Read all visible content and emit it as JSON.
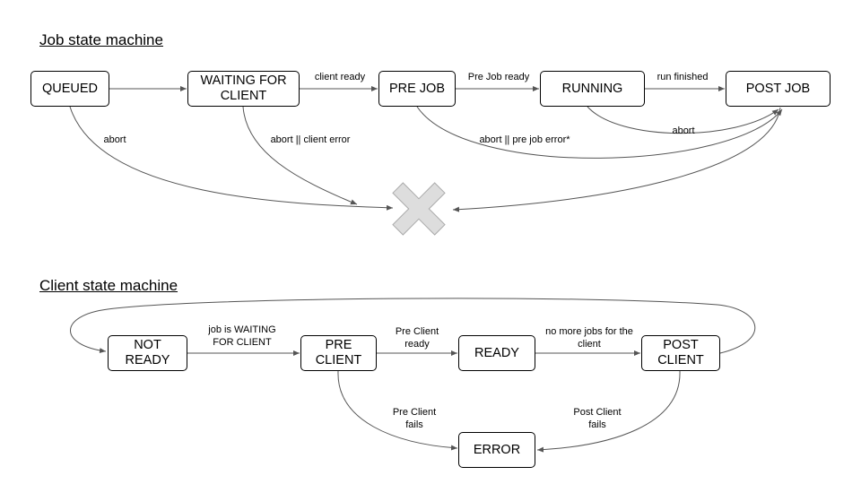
{
  "job": {
    "title": "Job state machine",
    "nodes": {
      "queued": "QUEUED",
      "waiting": "WAITING FOR\nCLIENT",
      "prejob": "PRE JOB",
      "running": "RUNNING",
      "postjob": "POST JOB"
    },
    "edges": {
      "client_ready": "client ready",
      "pre_job_ready": "Pre Job ready",
      "run_finished": "run finished",
      "abort_queued": "abort",
      "abort_waiting": "abort || client error",
      "abort_prejob": "abort || pre job error*",
      "abort_running": "abort"
    },
    "end_state": "x-icon"
  },
  "client": {
    "title": "Client state machine",
    "nodes": {
      "not_ready": "NOT\nREADY",
      "pre_client": "PRE\nCLIENT",
      "ready": "READY",
      "post_client": "POST\nCLIENT",
      "error": "ERROR"
    },
    "edges": {
      "job_waiting": "job is WAITING\nFOR CLIENT",
      "pre_client_ready": "Pre Client\nready",
      "no_more_jobs": "no more jobs for the\nclient",
      "pre_client_fails": "Pre Client\nfails",
      "post_client_fails": "Post Client\nfails"
    }
  },
  "colors": {
    "line": "#555555",
    "x_fill": "#dddddd",
    "x_stroke": "#aaaaaa"
  }
}
